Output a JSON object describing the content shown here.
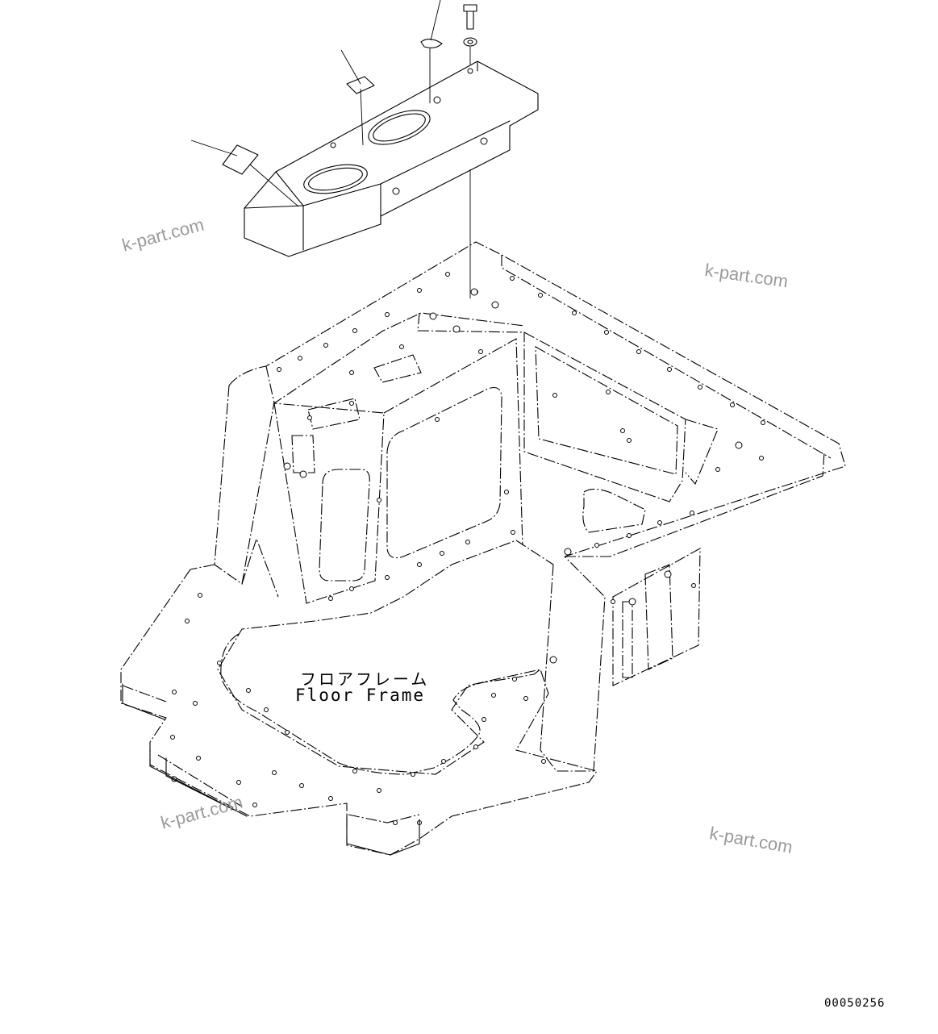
{
  "labels": {
    "part_name_jp": "フロアフレーム",
    "part_name_en": "Floor Frame"
  },
  "drawing_number": "00050256",
  "watermarks": [
    "k-part.com",
    "k-part.com",
    "k-part.com",
    "k-part.com"
  ]
}
